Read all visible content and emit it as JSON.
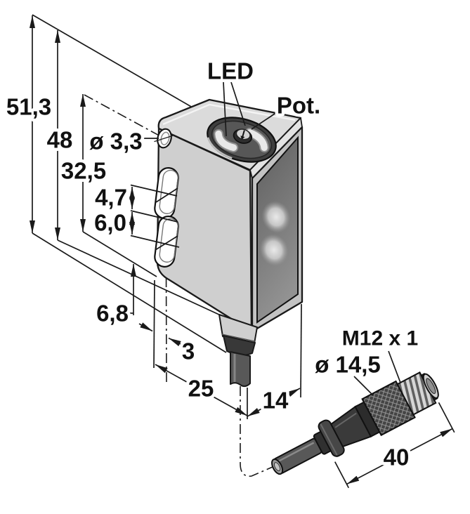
{
  "drawing": {
    "kind": "technical dimension drawing",
    "units_style": "millimeters with comma decimals"
  },
  "callouts": {
    "led": "LED",
    "pot": "Pot."
  },
  "dimensions": {
    "total_height": "51,3",
    "body_height": "48",
    "mounting_hole_diameter": "ø 3,3",
    "hole_to_bottom": "32,5",
    "slot_width": "4,7",
    "slot_pitch": "6,0",
    "slot_to_bottom": "6,8",
    "hole_offset": "3",
    "body_depth": "25",
    "body_width": "14",
    "connector_thread": "M12 x 1",
    "connector_diameter": "ø 14,5",
    "connector_length": "40"
  },
  "colors": {
    "background": "#ffffff",
    "outline": "#1a1a1a",
    "face_top": "#dbdbdb",
    "face_left": "#cfcfcf",
    "face_frame": "#c3c3c3",
    "chamfer": "#e3e3e3",
    "window_dark": "#6e6e6e",
    "bezel_dark": "#3e3e3e",
    "bezel_inner": "#575757",
    "gland_light": "#cfcfcf",
    "gland_nut": "#383838",
    "cable": "#585858",
    "connector_body": "#3a3a3a",
    "thread_light": "#d6d6d6"
  }
}
